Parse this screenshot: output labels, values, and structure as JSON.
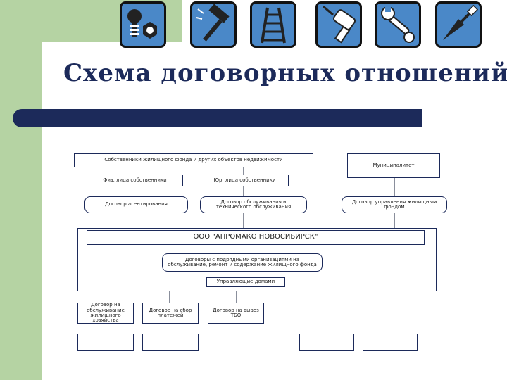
{
  "slide": {
    "title": "Схема договорных отношений",
    "colors": {
      "accent_green": "#b5d3a3",
      "navy": "#1c2a5a",
      "icon_blue": "#4a88c8"
    },
    "icons": [
      "screw-nut-icon",
      "hammer-icon",
      "ladder-icon",
      "drill-icon",
      "wrench-icon",
      "trowel-icon"
    ]
  },
  "diagram": {
    "owners": "Собственники жилищного фонда и других объектов недвижимости",
    "municipality": "Муниципалитет",
    "individuals": "Физ. лица собственники",
    "legal_entities": "Юр. лица собственники",
    "agency_contract": "Договор агентирования",
    "service_contract": "Договор обслуживания и технического обслуживания",
    "management_contract": "Договор управления жилищным фондом",
    "company": "ООО \"АПРОМАКО НОВОСИБИРСК\"",
    "subcontracts": "Договоры с подрядными организациями на обслуживание, ремонт и содержание жилищного фонда",
    "house_managers": "Управляющие домами",
    "bottom_boxes": [
      "Договор на обслуживание жилищного хозяйства",
      "Договор на сбор платежей",
      "Договор на вывоз ТБО",
      "",
      "",
      "",
      ""
    ]
  }
}
